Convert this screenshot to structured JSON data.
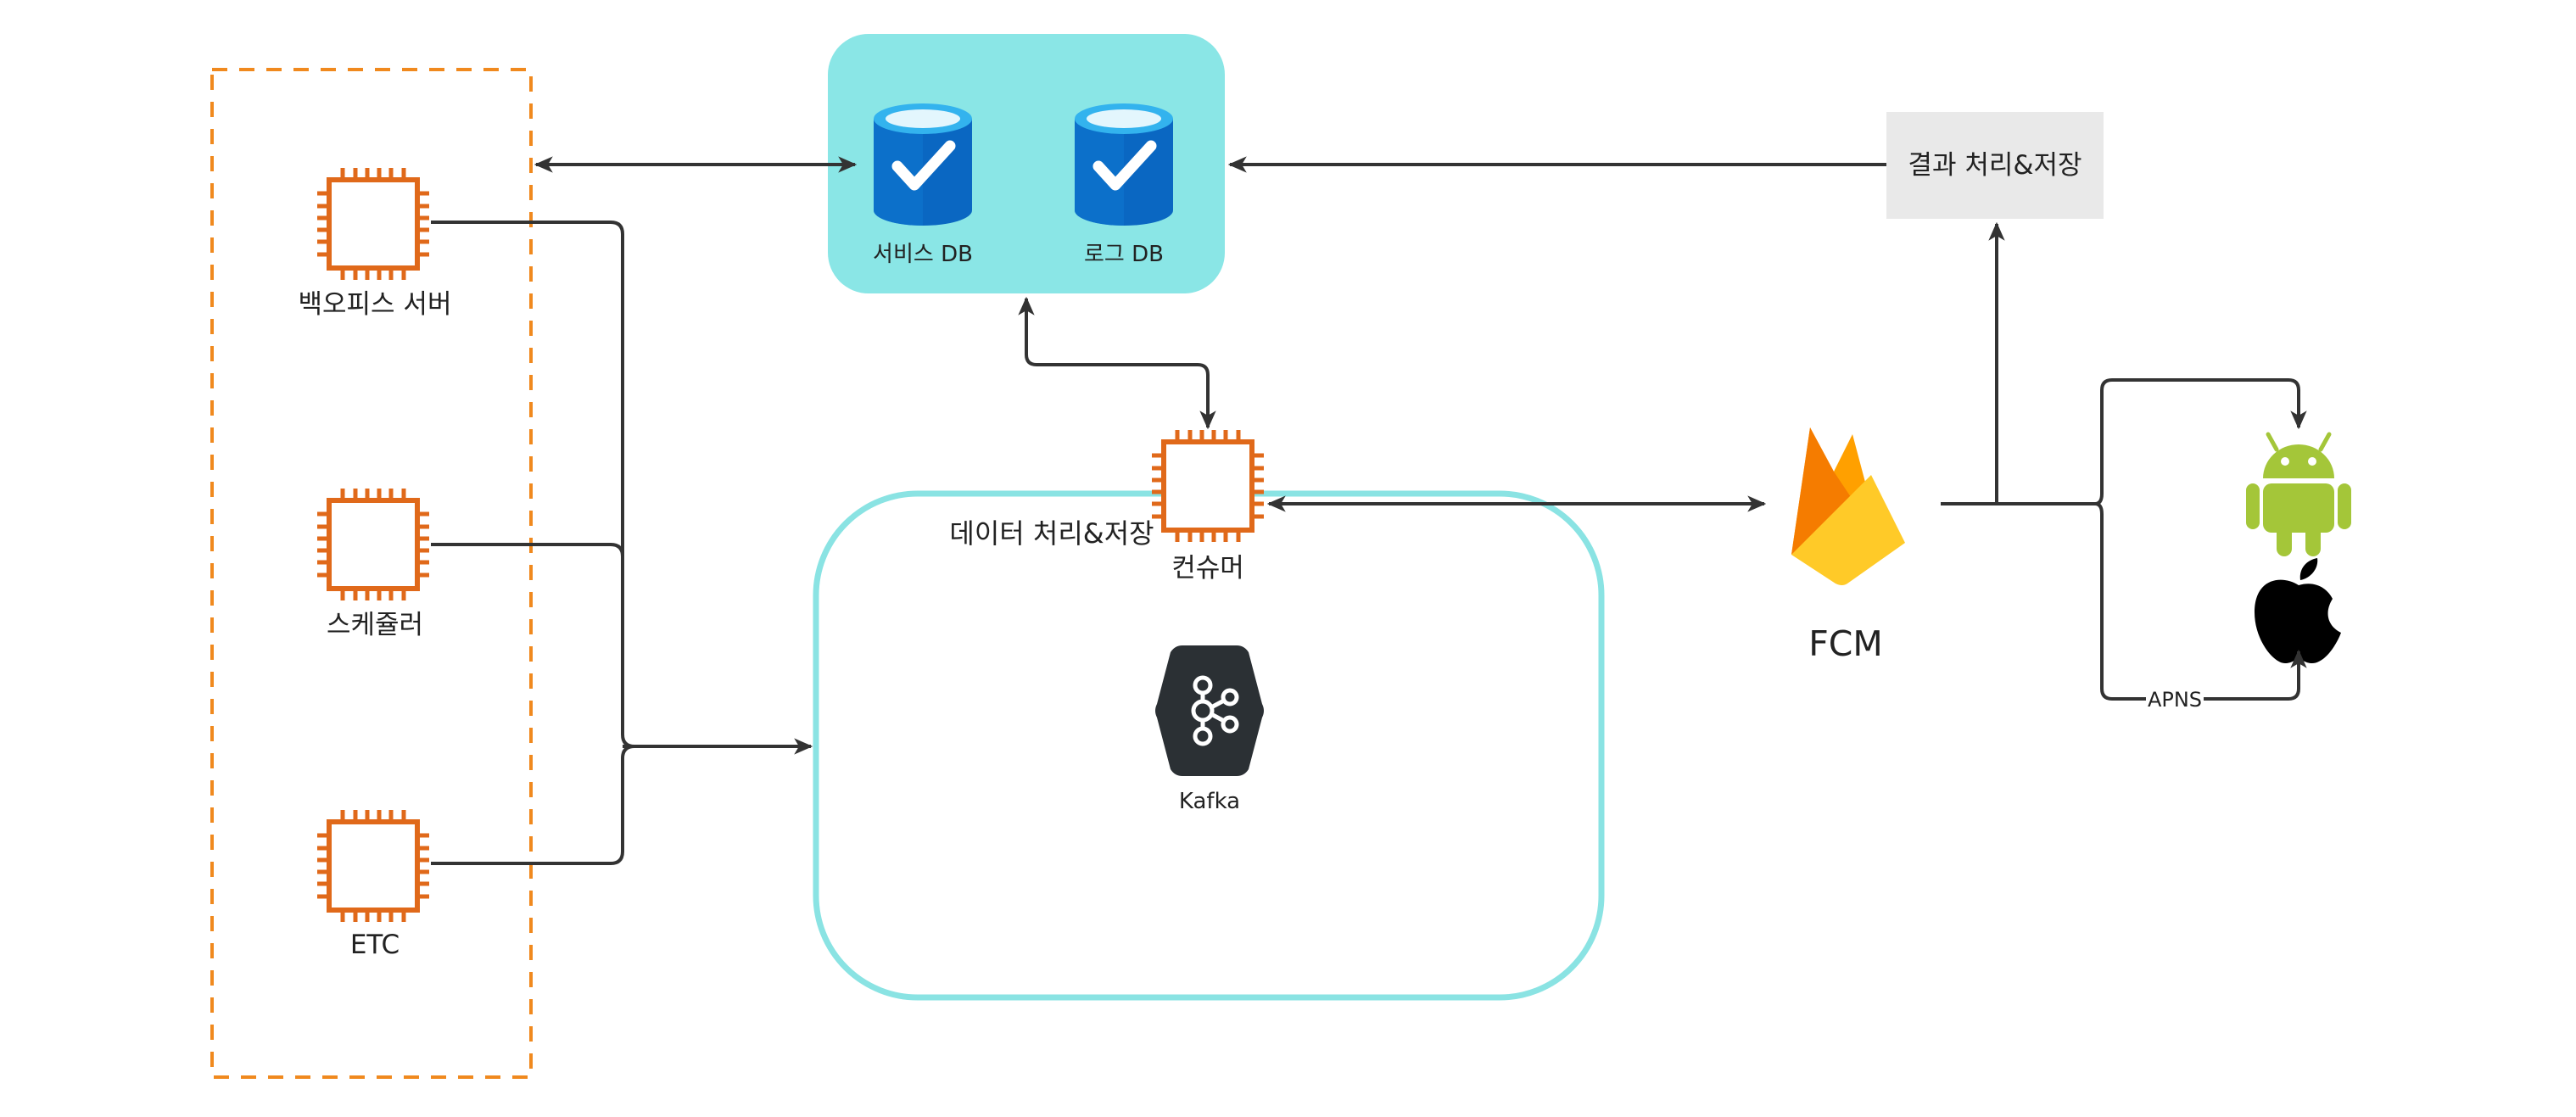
{
  "sources": {
    "backoffice_label": "백오피스 서버",
    "scheduler_label": "스케쥴러",
    "etc_label": "ETC"
  },
  "databases": {
    "service_db_label": "서비스 DB",
    "log_db_label": "로그 DB"
  },
  "processing": {
    "group_label": "데이터 처리&저장",
    "consumer_label": "컨슈머",
    "kafka_label": "Kafka"
  },
  "fcm": {
    "label": "FCM"
  },
  "result": {
    "label": "결과 처리&저장"
  },
  "devices": {
    "apns_label": "APNS",
    "android_icon": "android-icon",
    "apple_icon": "apple-icon"
  },
  "colors": {
    "chip_orange": "#E0691A",
    "dashed_orange": "#F0891E",
    "db_panel": "#8AE6E6",
    "processing_border": "#8AE3E3",
    "db_blue_dark": "#0A67C2",
    "db_blue_light": "#33B3EE",
    "kafka_bg": "#2B3034",
    "result_box": "#E9E9E9",
    "android_green": "#A4C639",
    "firebase_yellow": "#FFCA28",
    "firebase_orange": "#F57C00",
    "arrow": "#333333"
  }
}
